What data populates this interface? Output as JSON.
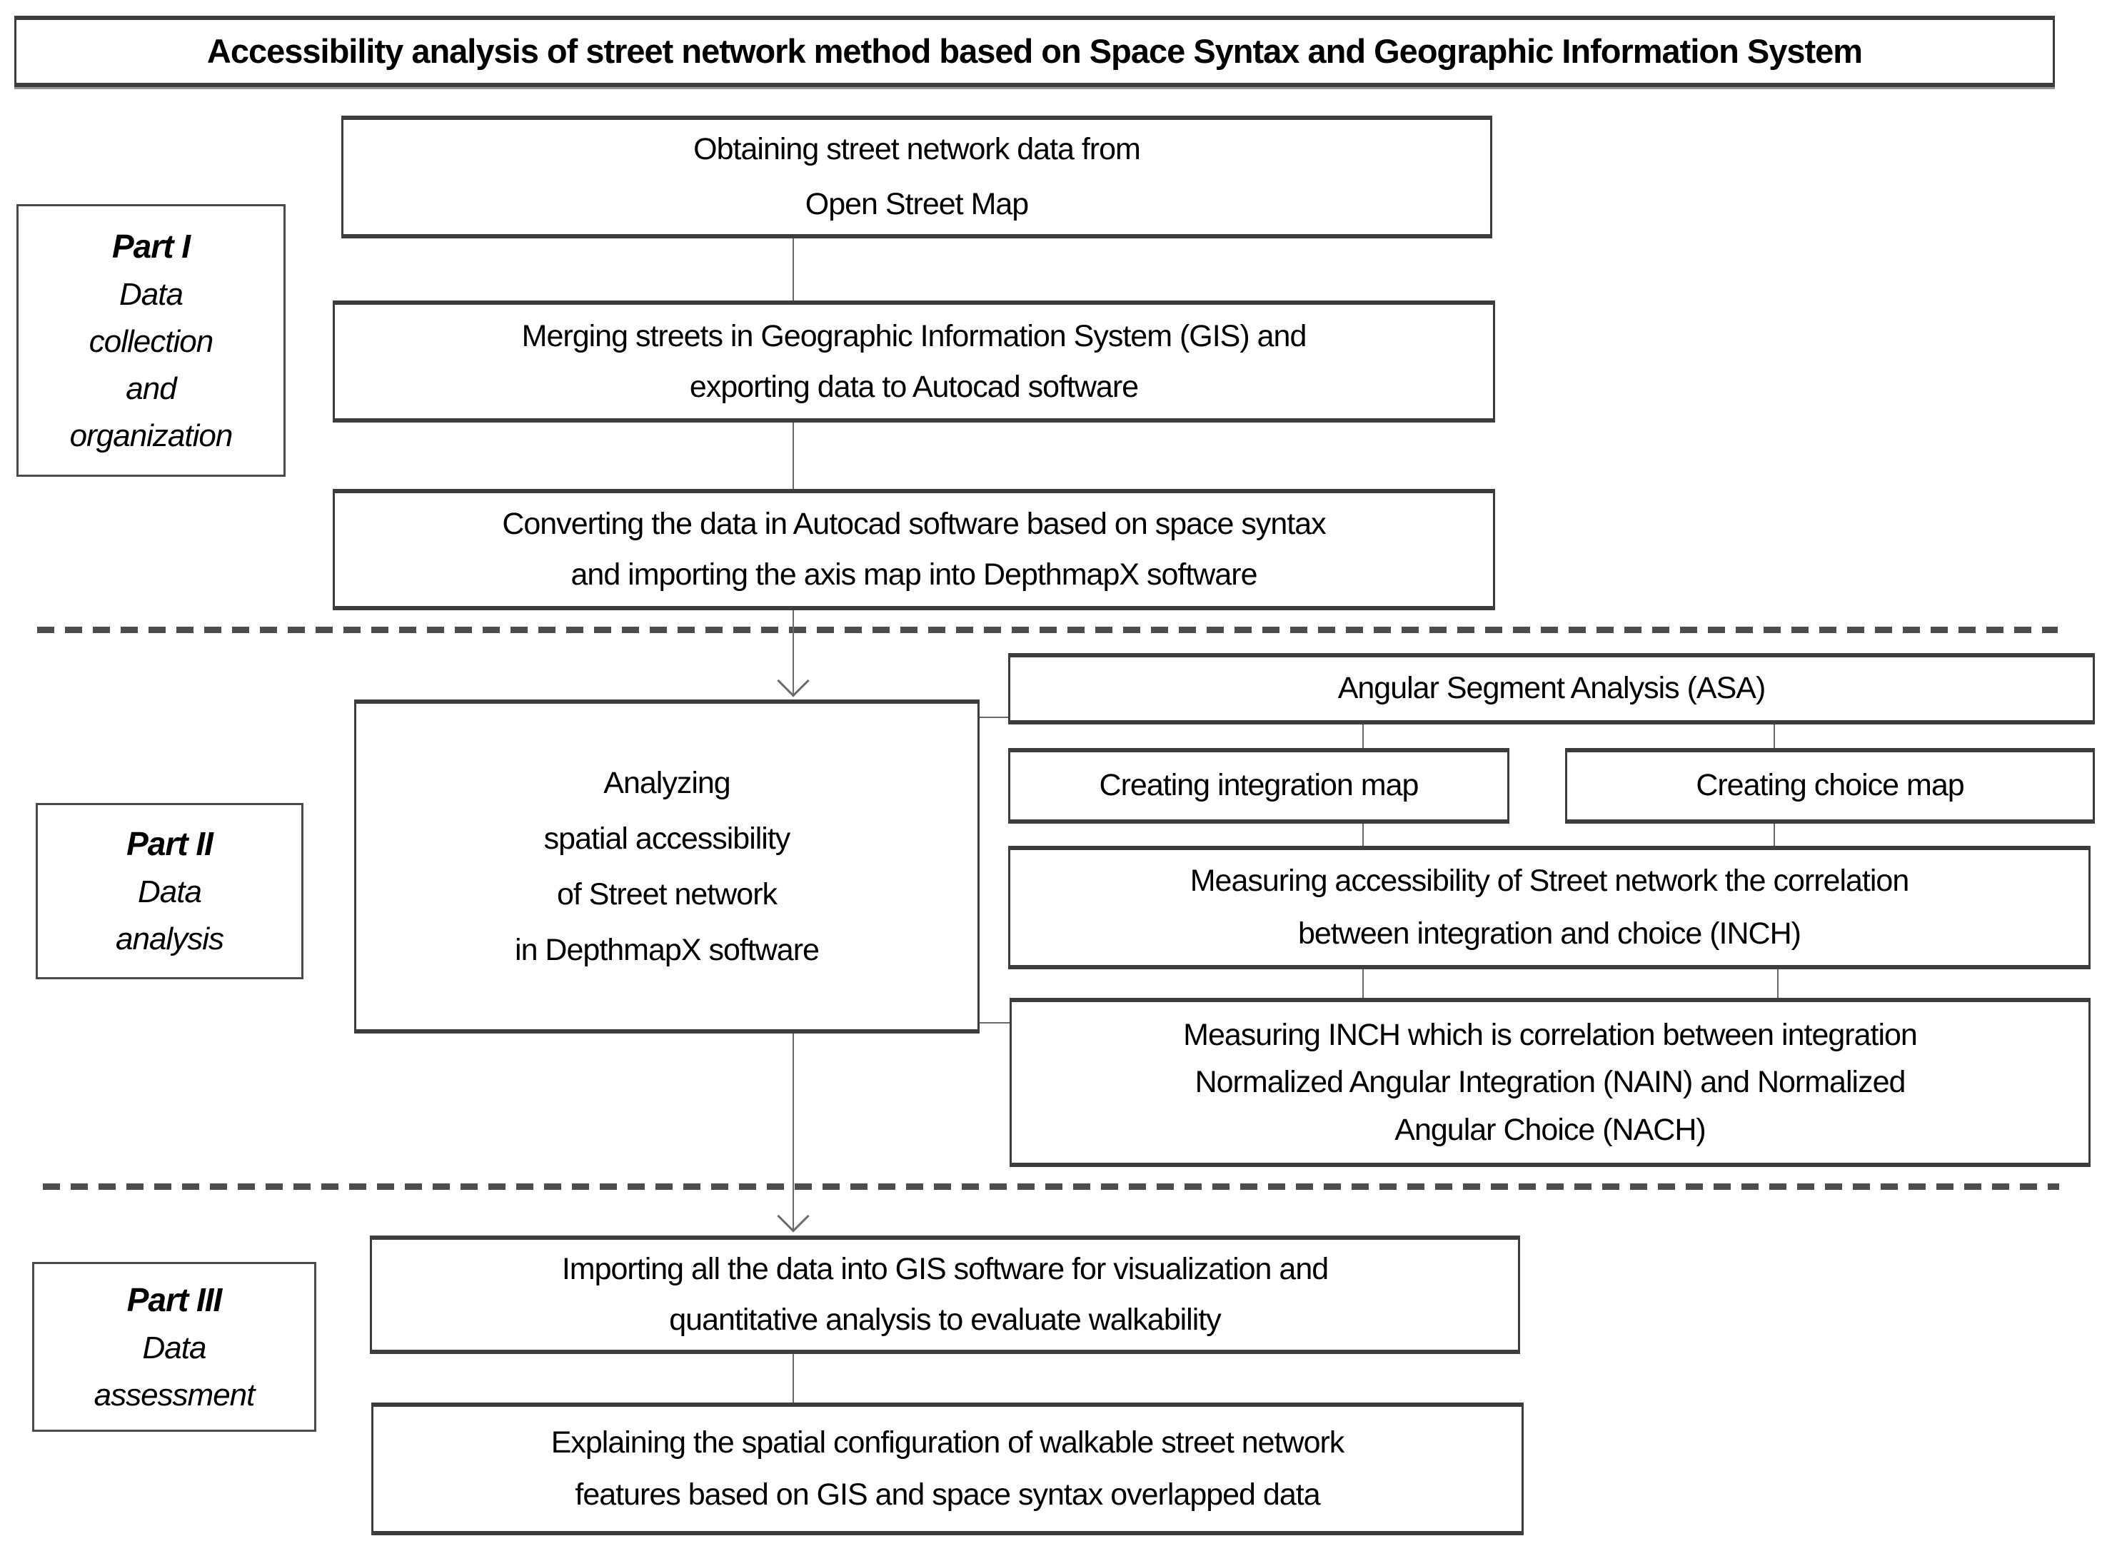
{
  "title": "Accessibility analysis of street network method based on Space Syntax and Geographic Information System",
  "parts": {
    "part1": {
      "name": "Part I",
      "description": "Data\ncollection\nand\norganization"
    },
    "part2": {
      "name": "Part II",
      "description": "Data\nanalysis"
    },
    "part3": {
      "name": "Part III",
      "description": "Data\nassessment"
    }
  },
  "steps": {
    "obtaining": "Obtaining street network data from\nOpen Street Map",
    "merging": "Merging streets in Geographic Information System (GIS) and\nexporting data to Autocad software",
    "converting": "Converting the data in Autocad software based on space syntax\nand importing the axis map into DepthmapX software",
    "analyzing": "Analyzing\nspatial accessibility\nof Street network\nin DepthmapX software",
    "asa": "Angular Segment Analysis (ASA)",
    "integration_map": "Creating integration map",
    "choice_map": "Creating choice map",
    "inch": "Measuring accessibility of Street network the correlation\nbetween integration and choice (INCH)",
    "nain_nach": "Measuring INCH which is correlation between integration\nNormalized Angular Integration (NAIN) and Normalized\nAngular Choice (NACH)",
    "importing": "Importing all the data into GIS software for visualization and\nquantitative analysis to evaluate walkability",
    "explaining": "Explaining the spatial configuration of walkable street network\nfeatures based on GIS and space syntax overlapped data"
  }
}
